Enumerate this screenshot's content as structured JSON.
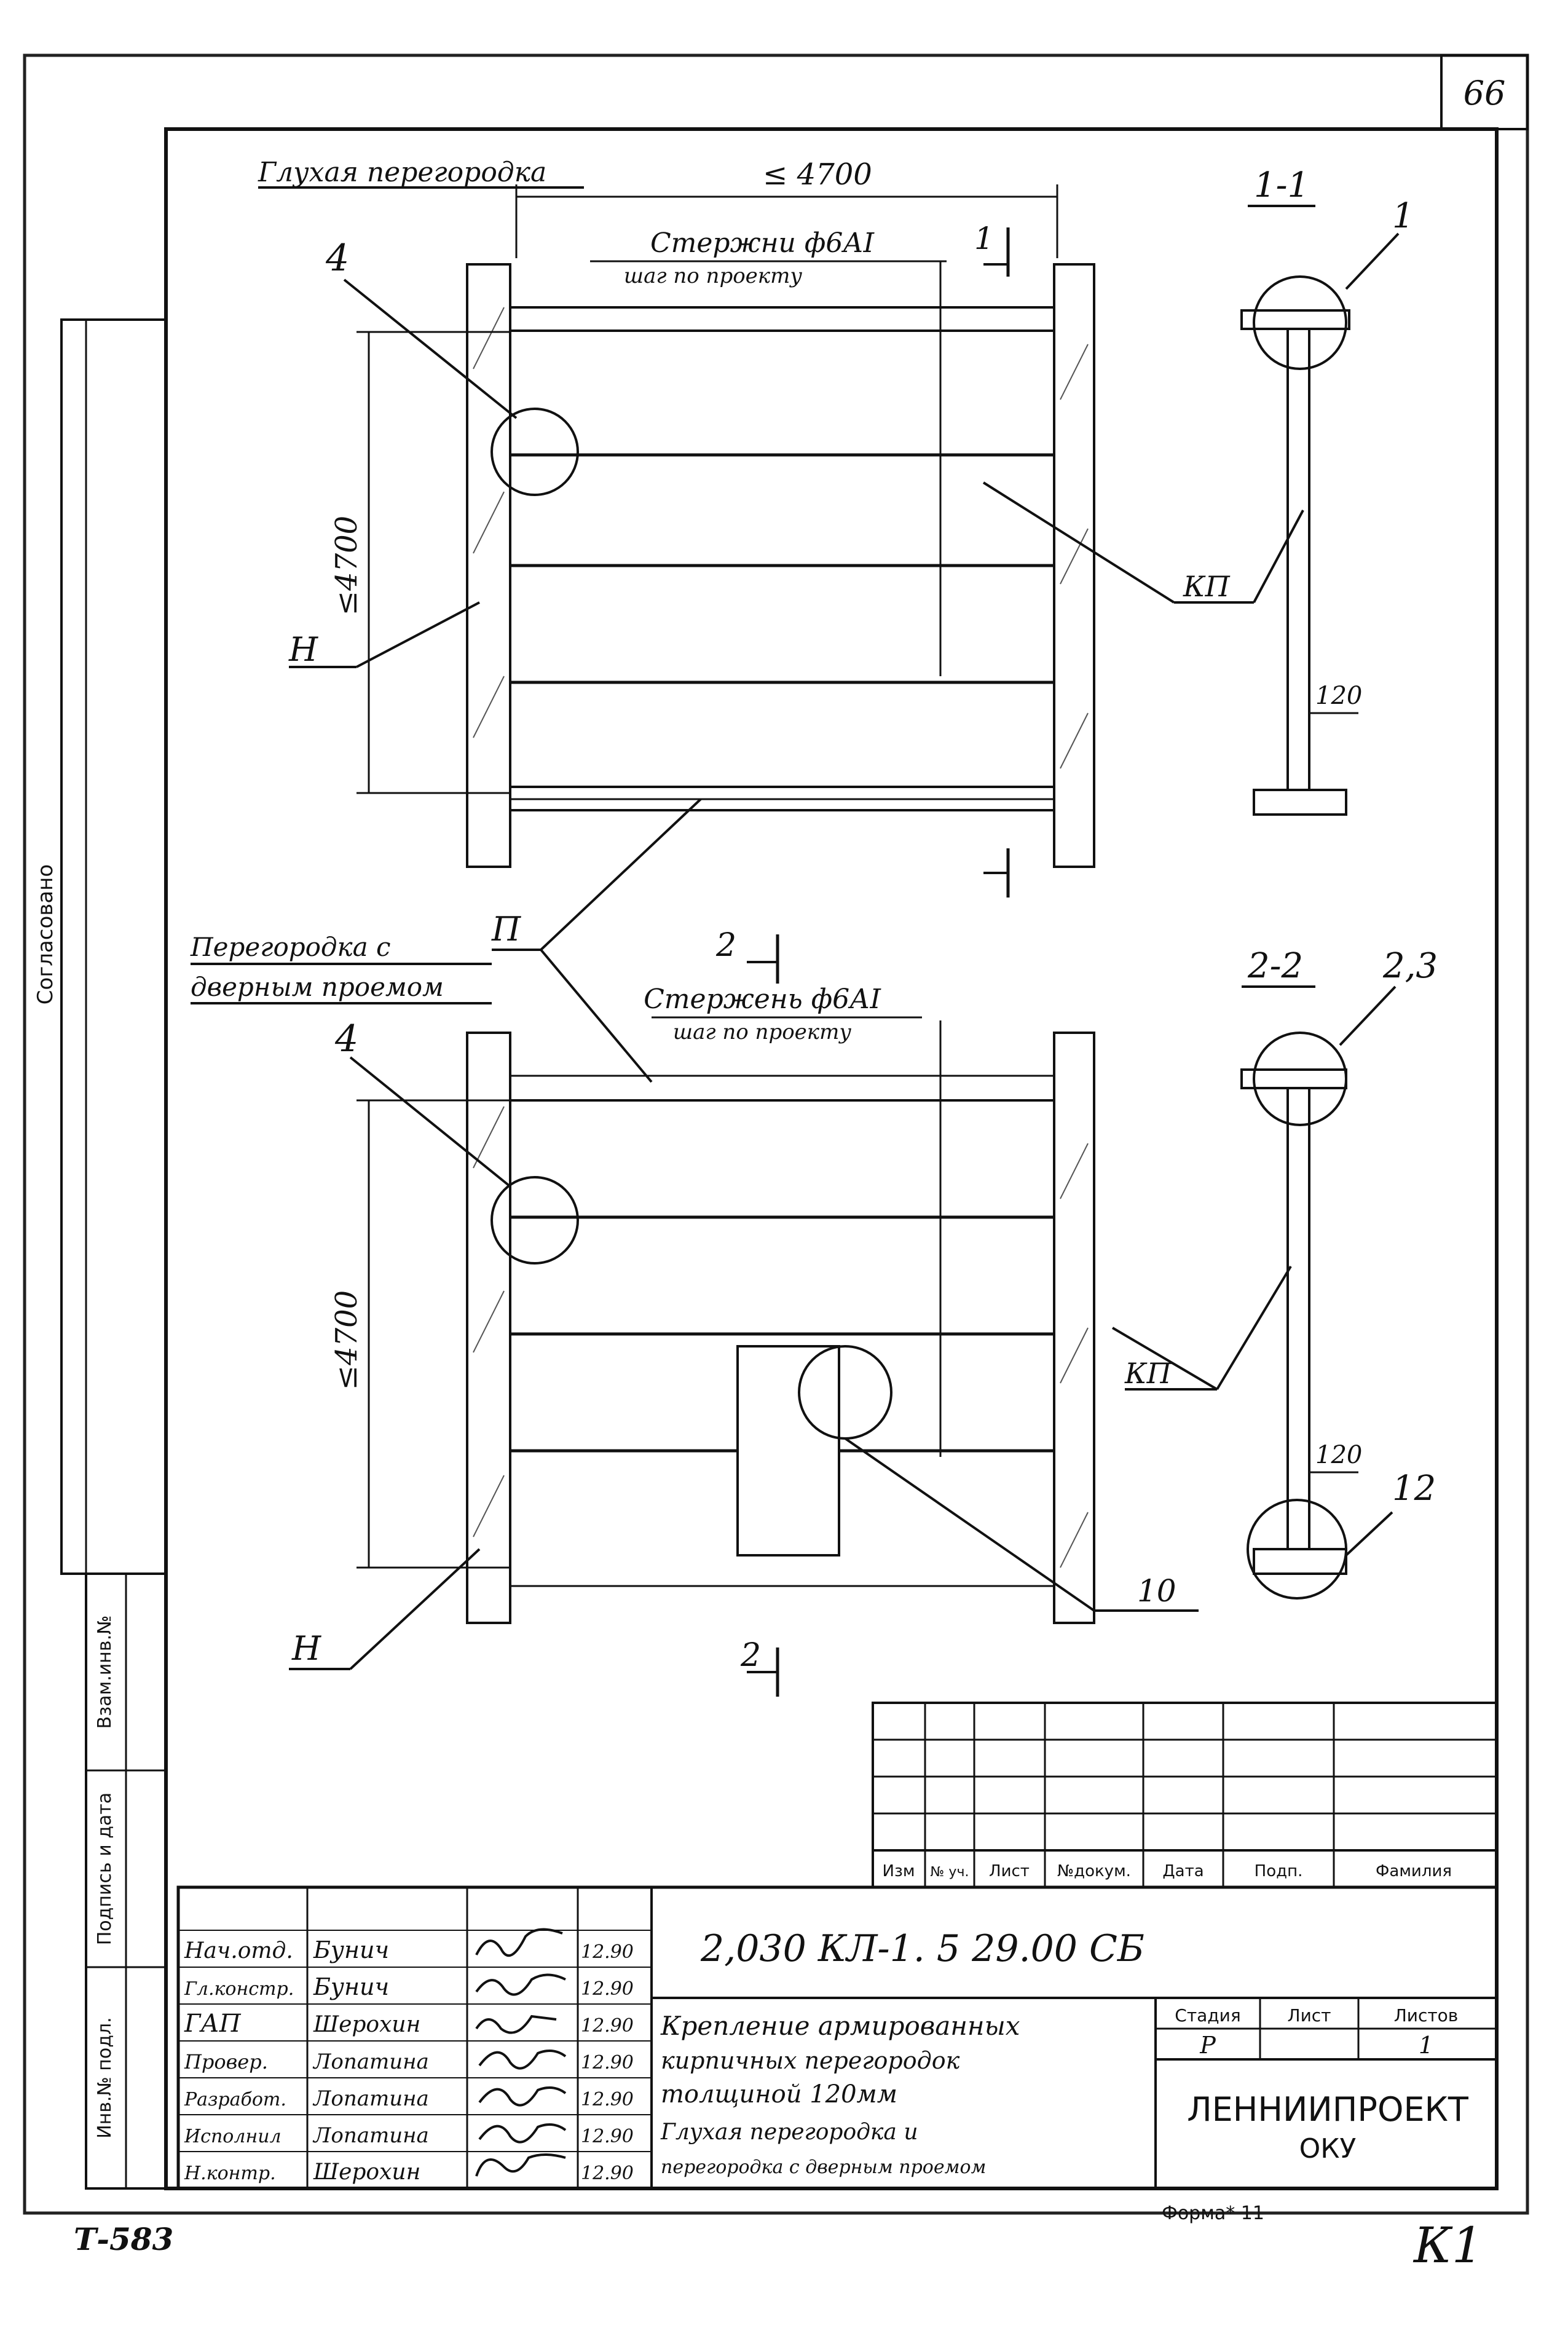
{
  "sheet": {
    "page_number": "66",
    "inventory_number": "Т-583",
    "form_label": "Форма* 11",
    "corner_signature": "К1"
  },
  "side_strip": {
    "agreed": "Согласовано",
    "swap_inv": "Взам.инв.№",
    "sign_date": "Подпись и дата",
    "inv_orig": "Инв.№ подл."
  },
  "view_top": {
    "title": "Глухая перегородка",
    "span_dim": "≤ 4700",
    "height_dim": "≤4700",
    "rod_label": "Стержни ф6АI",
    "rod_step": "шаг по проекту",
    "detail_callout": "4",
    "anchor_label": "Н",
    "frame_label": "КП",
    "section_mark": "1"
  },
  "section_1": {
    "title": "1-1",
    "callout": "1",
    "thickness": "120"
  },
  "view_bottom": {
    "title": "Перегородка с",
    "title2": "дверным проемом",
    "partition_label": "П",
    "height_dim": "≤4700",
    "rod_label": "Стержень ф6АI",
    "rod_step": "шаг по проекту",
    "detail_callout": "4",
    "anchor_label": "Н",
    "frame_label": "КП",
    "door_callout": "10",
    "section_mark": "2"
  },
  "section_2": {
    "title": "2-2",
    "callout_top": "2,3",
    "callout_bottom": "12",
    "thickness": "120"
  },
  "revision_table": {
    "headers": [
      "Изм",
      "№ уч.",
      "Лист",
      "№докум.",
      "Дата",
      "Подп.",
      "Фамилия"
    ]
  },
  "title_block": {
    "designation": "2,030   КЛ-1. 5     29.00 СБ",
    "roles": [
      "Нач.отд.",
      "Гл.констр.",
      "ГАП",
      "Провер.",
      "Разработ.",
      "Исполнил",
      "Н.контр."
    ],
    "names": [
      "Бунич",
      "Бунич",
      "Шерохин",
      "Лопатина",
      "Лопатина",
      "Лопатина",
      "Шерохин"
    ],
    "dates": [
      "12.90",
      "12.90",
      "12.90",
      "12.90",
      "12.90",
      "12.90",
      "12.90"
    ],
    "description": [
      "Крепление армированных",
      "кирпичных перегородок",
      "толщиной 120мм",
      "Глухая перегородка и",
      "перегородка с дверным проемом"
    ],
    "stage_label": "Стадия",
    "sheet_label": "Лист",
    "sheets_label": "Листов",
    "stage_value": "Р",
    "sheet_value": "",
    "sheets_value": "1",
    "organization": "ЛЕННИИПРОЕКТ",
    "department": "ОКУ"
  }
}
